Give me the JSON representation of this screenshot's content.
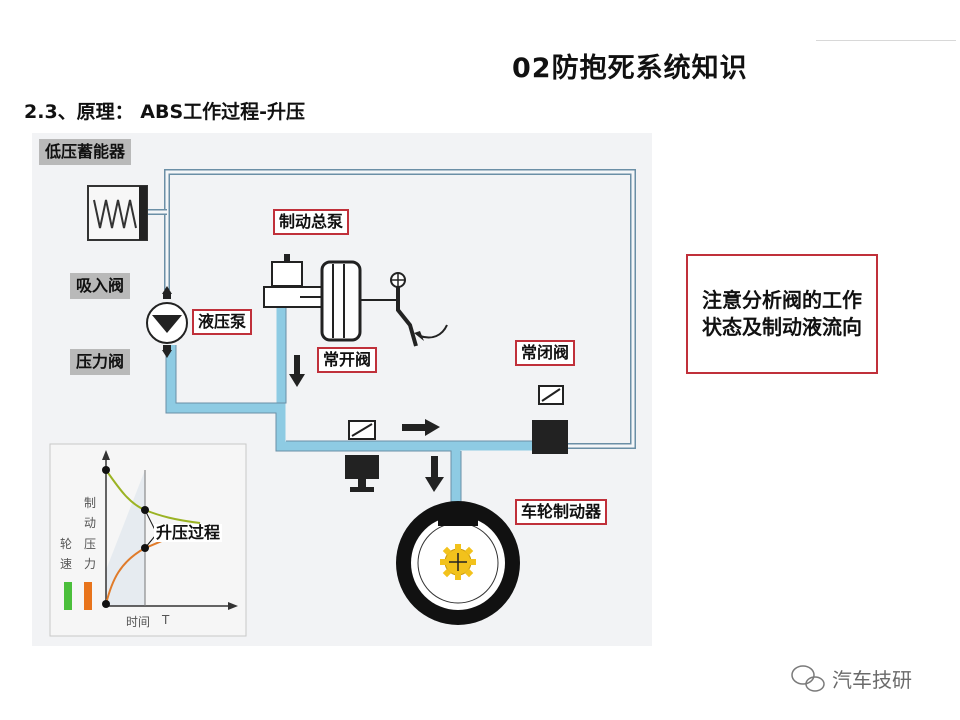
{
  "page_title": "02防抱死系统知识",
  "section_title": "2.3、原理： ABS工作过程-升压",
  "labels": {
    "low_pressure_accumulator": "低压蓄能器",
    "inlet_valve": "吸入阀",
    "pressure_valve": "压力阀",
    "hydraulic_pump": "液压泵",
    "master_cylinder": "制动总泵",
    "normally_open_valve": "常开阀",
    "normally_closed_valve": "常闭阀",
    "wheel_brake": "车轮制动器",
    "pressure_rise_process": "升压过程"
  },
  "graph": {
    "y_label_pressure": [
      "制",
      "动",
      "压",
      "力"
    ],
    "y_label_speed": [
      "轮",
      "速"
    ],
    "x_label": "时间",
    "x_axis_symbol": "T"
  },
  "note": "注意分析阀的工作状态及制动液流向",
  "watermark": "汽车技研",
  "colors": {
    "fluid_line": "#8ecbe3",
    "line_outline": "#6b8fa6",
    "label_border": "#c0303a",
    "label_gray": "#b9b9b9",
    "speed_curve": "#e07b2a",
    "pressure_curve": "#9bb324",
    "bar_green": "#4bbf3b",
    "bar_orange": "#e8741c",
    "gear": "#f2c21c"
  }
}
